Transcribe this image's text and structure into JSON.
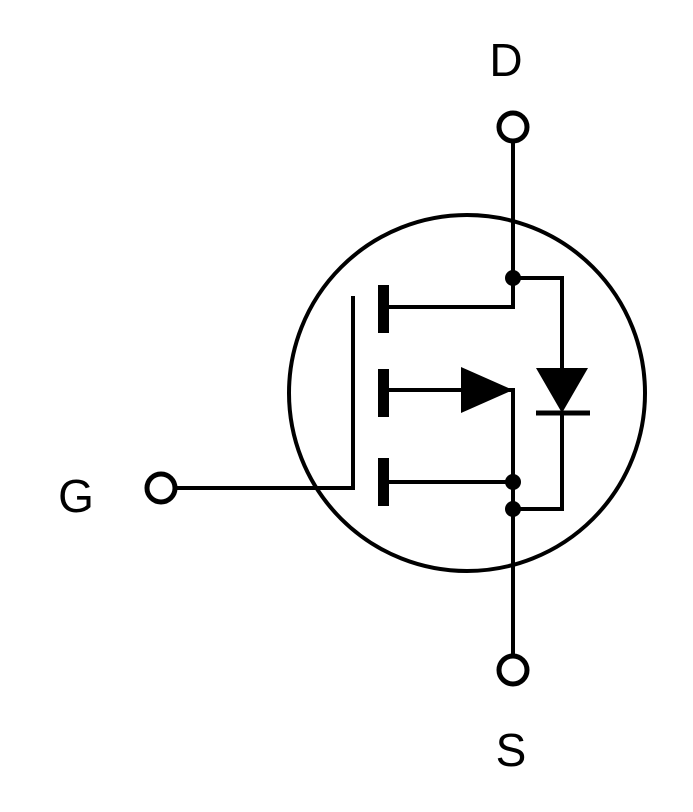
{
  "terminals": {
    "drain": "D",
    "gate": "G",
    "source": "S"
  },
  "colors": {
    "stroke": "#000000",
    "background": "#ffffff"
  }
}
